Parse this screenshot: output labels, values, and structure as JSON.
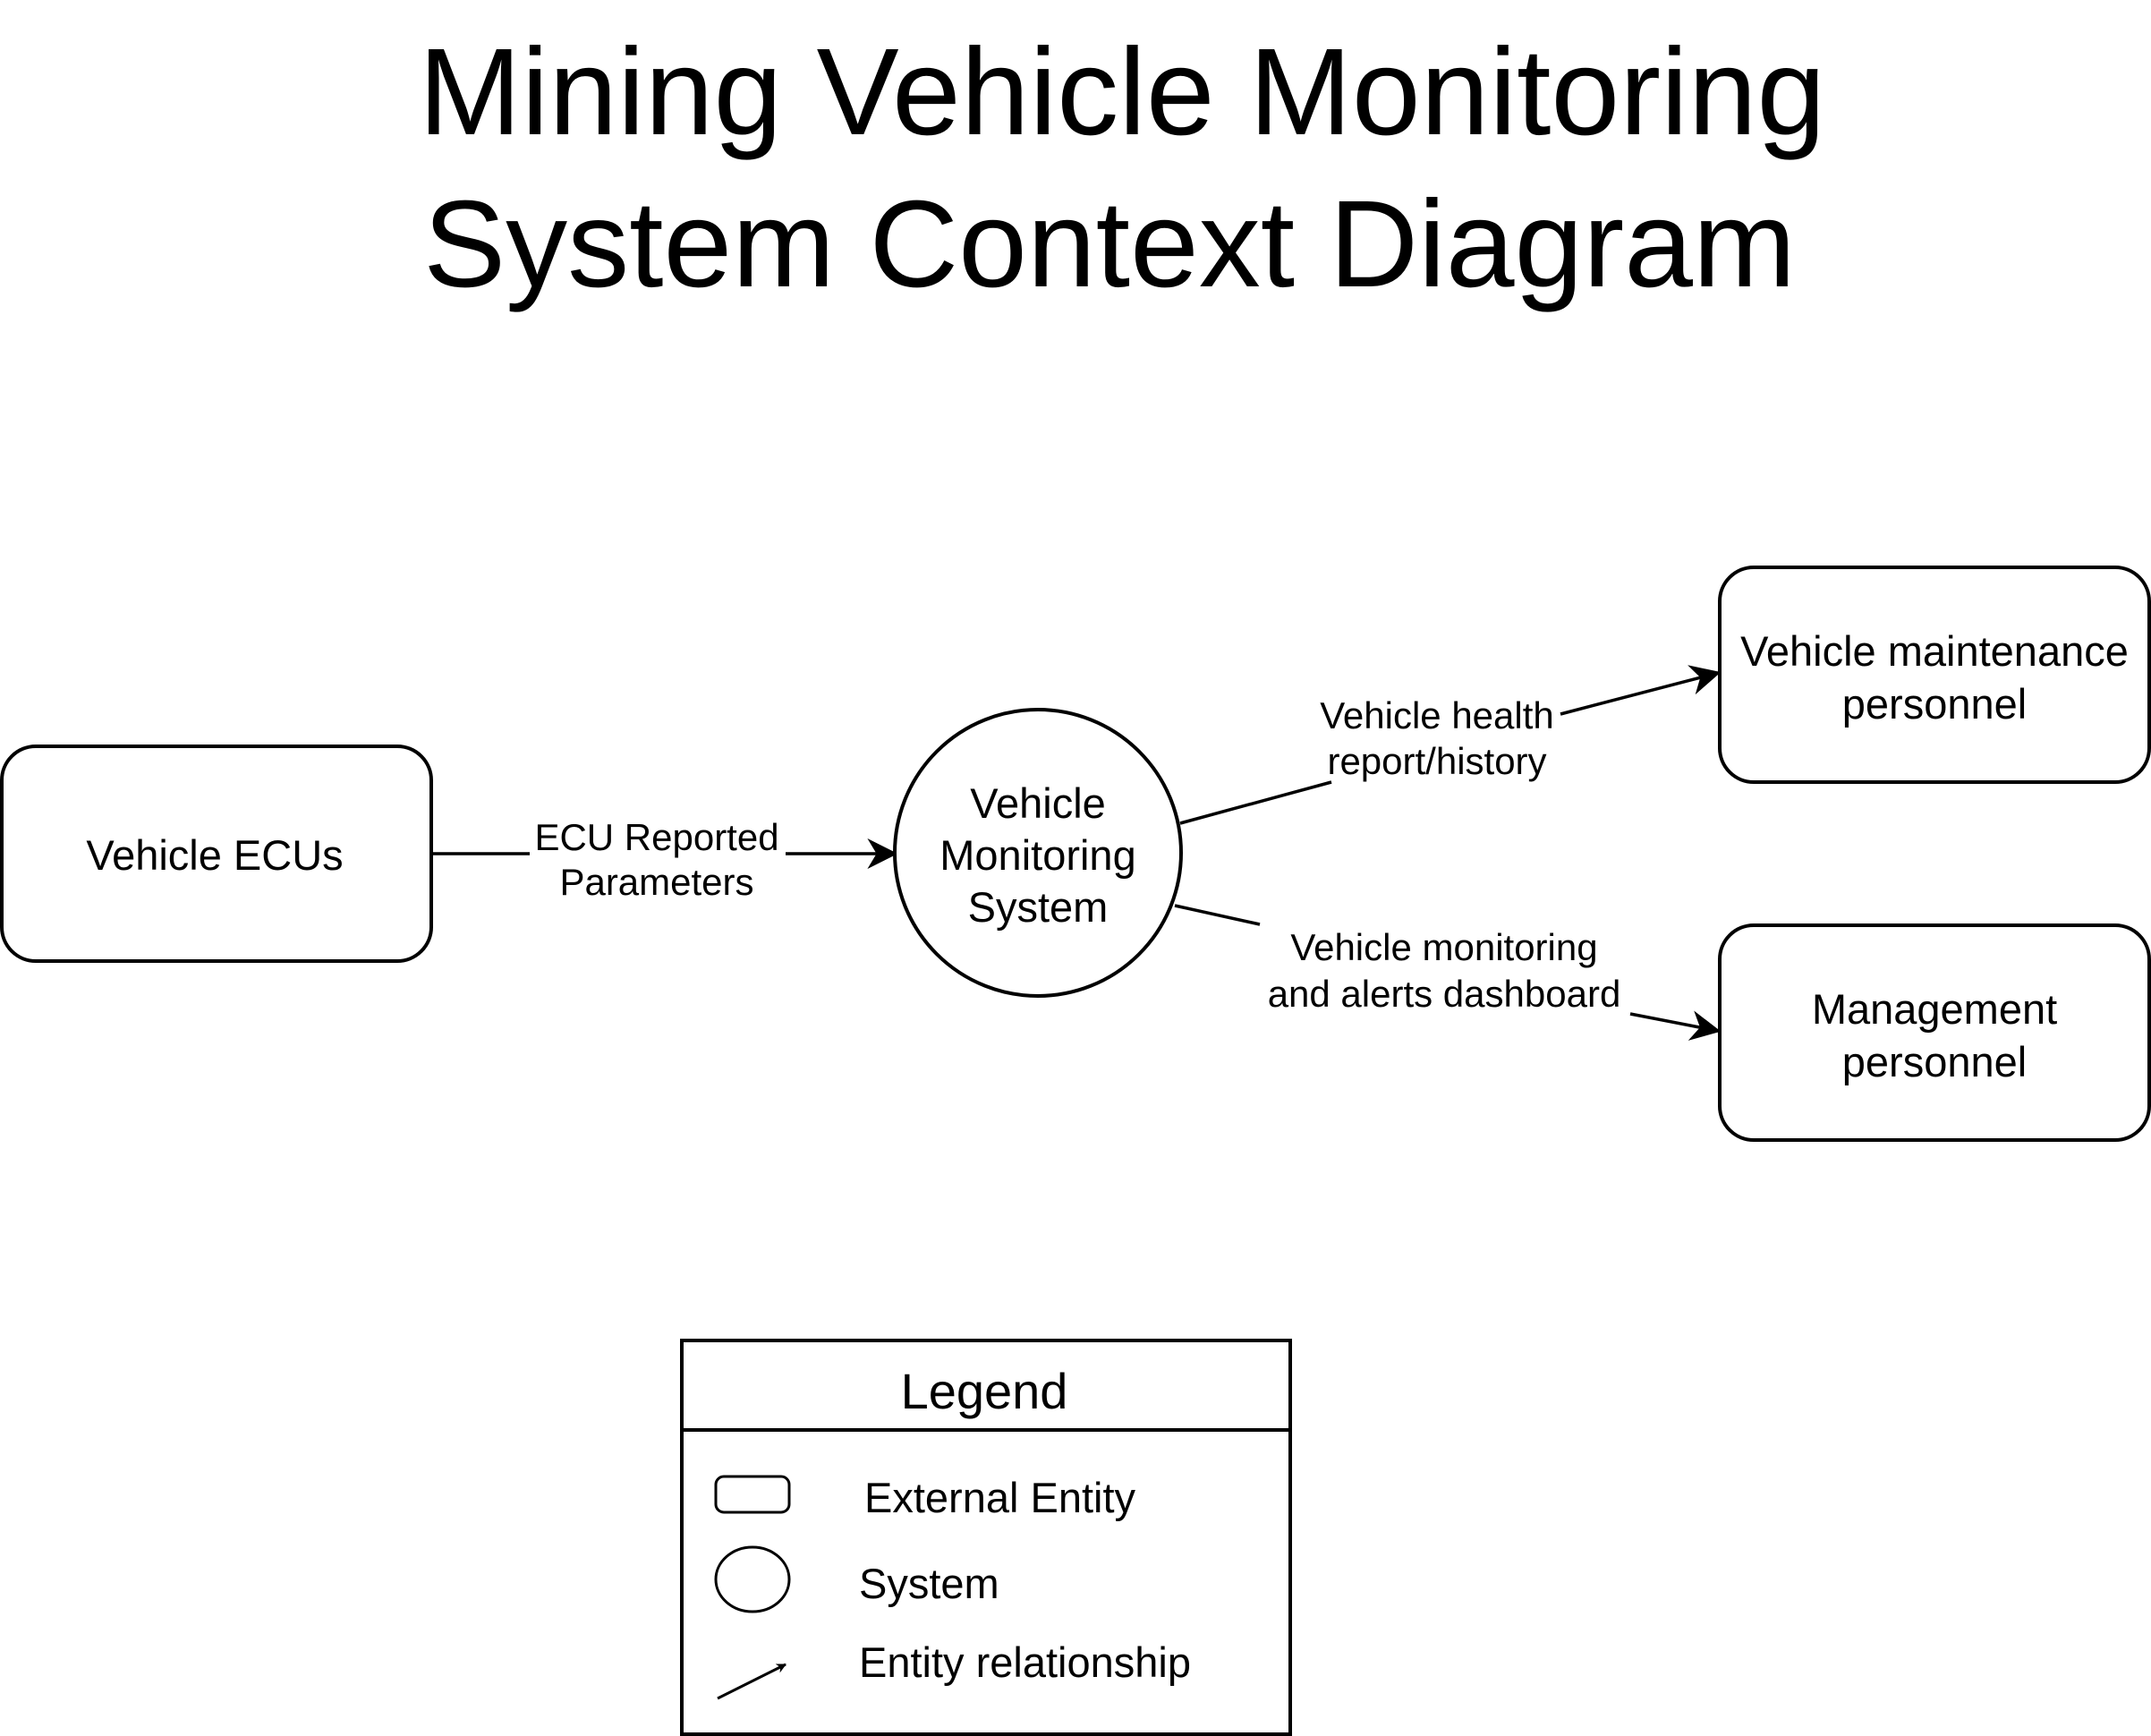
{
  "title": {
    "line1": "Mining Vehicle Monitoring",
    "line2": "System Context Diagram"
  },
  "nodes": {
    "vehicle_ecus": {
      "label": "Vehicle ECUs"
    },
    "monitoring_system": {
      "label_lines": [
        "Vehicle",
        "Monitoring",
        "System"
      ]
    },
    "maintenance_personnel": {
      "label_lines": [
        "Vehicle maintenance",
        "personnel"
      ]
    },
    "management_personnel": {
      "label_lines": [
        "Management",
        "personnel"
      ]
    }
  },
  "edges": {
    "ecu_parameters": {
      "label_lines": [
        "ECU Reported",
        "Parameters"
      ]
    },
    "health_report": {
      "label_lines": [
        "Vehicle health",
        "report/history"
      ]
    },
    "alerts_dashboard": {
      "label_lines": [
        "Vehicle monitoring",
        "and alerts dashboard"
      ]
    }
  },
  "legend": {
    "title": "Legend",
    "items": [
      {
        "label": "External Entity",
        "icon": "rounded-rectangle-icon"
      },
      {
        "label": "System",
        "icon": "circle-icon"
      },
      {
        "label": "Entity relationship",
        "icon": "arrow-icon"
      }
    ]
  },
  "colors": {
    "stroke": "#000000",
    "background": "#ffffff"
  }
}
